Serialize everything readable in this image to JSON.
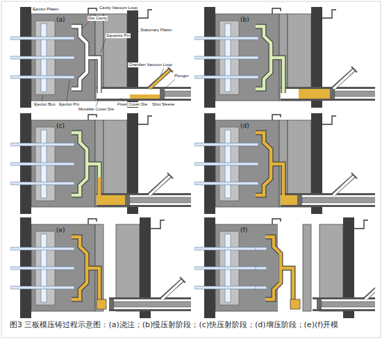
{
  "diagram": {
    "caption": "图3 三板模压铸过程示意图：(a)浇注；(b)慢压射阶段；(c)快压射阶段；(d)增压阶段；(e)(f)开模",
    "labels": [
      "(a)",
      "Ejector Platen",
      "Cavity Vacuum Loop",
      "Die Cavity",
      "Stationary Platen",
      "Squeeze Pin",
      "Chamber Vacuum Loop",
      "Plunger",
      "Shot Sleeve",
      "Ejector Box",
      "Ejector Pin",
      "Movable Cover Die",
      "Fixed Cover Die",
      "(b)",
      "(c)",
      "(d)",
      "(e)",
      "(f)"
    ]
  }
}
